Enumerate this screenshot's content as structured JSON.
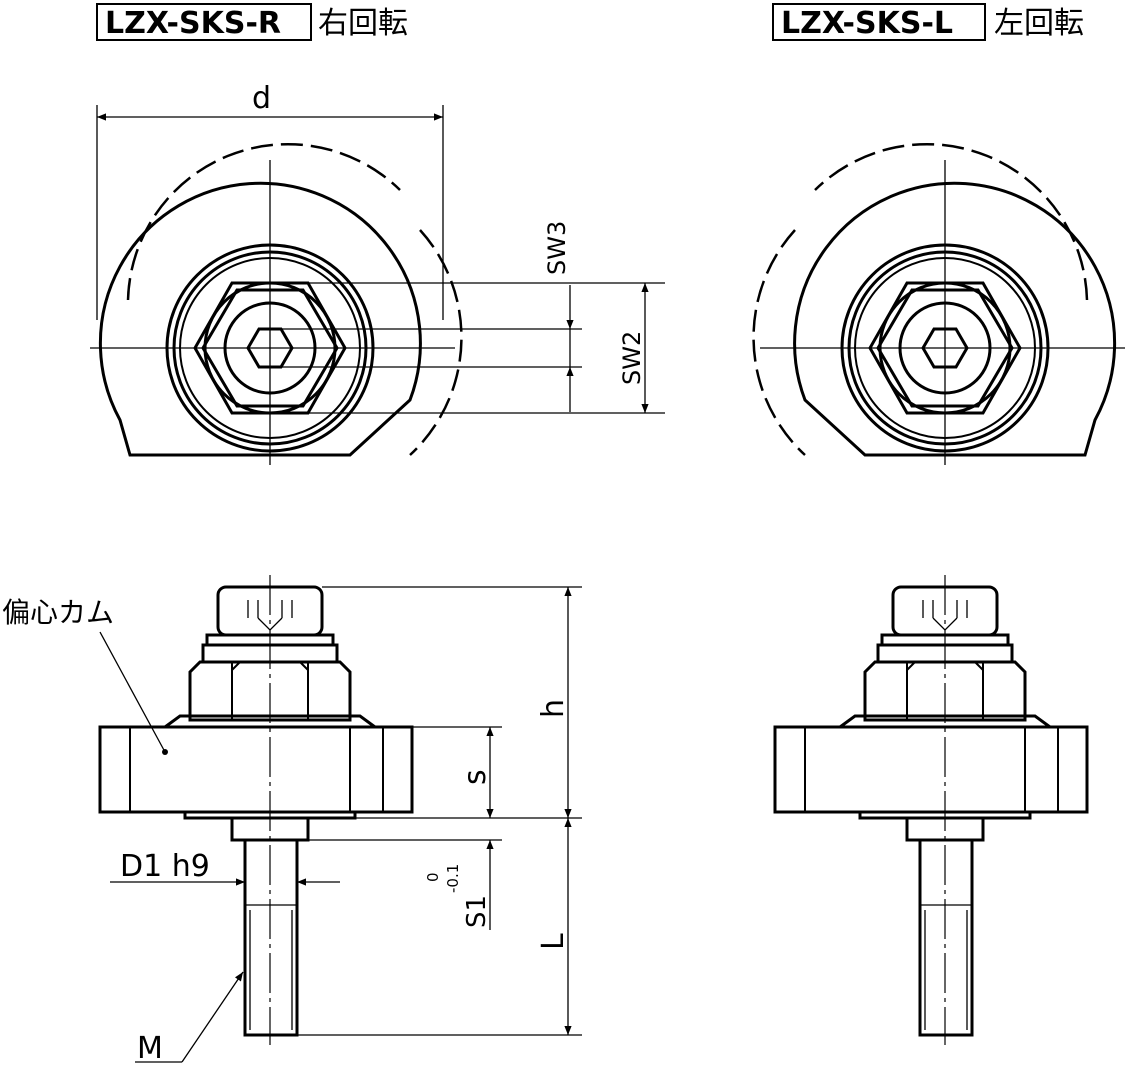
{
  "titles": {
    "right_model": "LZX-SKS-R",
    "right_rotation": "右回転",
    "left_model": "LZX-SKS-L",
    "left_rotation": "左回転"
  },
  "dimensions": {
    "d": "d",
    "sw3": "SW3",
    "sw2": "SW2",
    "h": "h",
    "s": "s",
    "L": "L",
    "d1": "D1 h9",
    "s1": "S1",
    "s1_tol_upper": "0",
    "s1_tol_lower": "-0.1",
    "m": "M"
  },
  "labels": {
    "eccentric_cam": "偏心カム"
  }
}
